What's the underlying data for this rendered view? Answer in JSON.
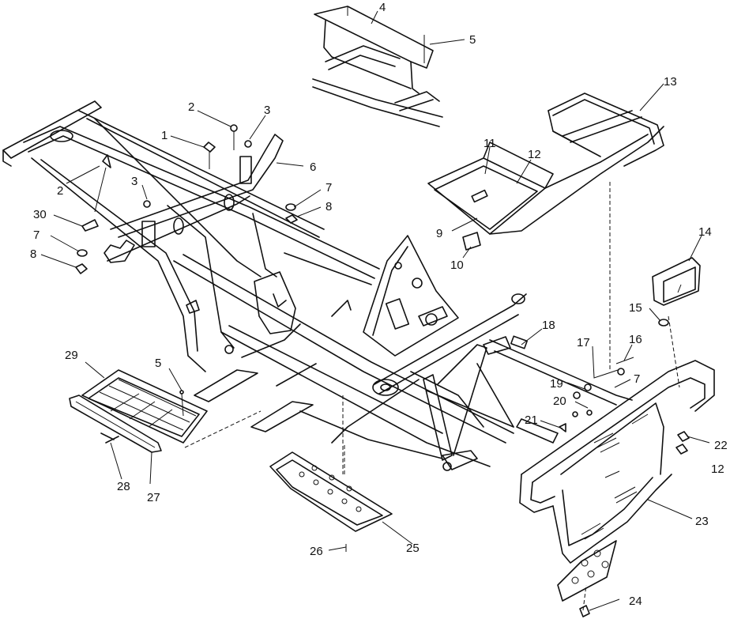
{
  "diagram": {
    "callouts": [
      {
        "id": "c1",
        "label": "1"
      },
      {
        "id": "c2a",
        "label": "2"
      },
      {
        "id": "c2b",
        "label": "2"
      },
      {
        "id": "c3a",
        "label": "3"
      },
      {
        "id": "c3b",
        "label": "3"
      },
      {
        "id": "c4",
        "label": "4"
      },
      {
        "id": "c5a",
        "label": "5"
      },
      {
        "id": "c5b",
        "label": "5"
      },
      {
        "id": "c6",
        "label": "6"
      },
      {
        "id": "c7a",
        "label": "7"
      },
      {
        "id": "c7b",
        "label": "7"
      },
      {
        "id": "c7c",
        "label": "7"
      },
      {
        "id": "c8a",
        "label": "8"
      },
      {
        "id": "c8b",
        "label": "8"
      },
      {
        "id": "c9",
        "label": "9"
      },
      {
        "id": "c10",
        "label": "10"
      },
      {
        "id": "c11",
        "label": "11"
      },
      {
        "id": "c12a",
        "label": "12"
      },
      {
        "id": "c12b",
        "label": "12"
      },
      {
        "id": "c13",
        "label": "13"
      },
      {
        "id": "c14",
        "label": "14"
      },
      {
        "id": "c15",
        "label": "15"
      },
      {
        "id": "c16",
        "label": "16"
      },
      {
        "id": "c17",
        "label": "17"
      },
      {
        "id": "c18",
        "label": "18"
      },
      {
        "id": "c19",
        "label": "19"
      },
      {
        "id": "c20",
        "label": "20"
      },
      {
        "id": "c21",
        "label": "21"
      },
      {
        "id": "c22",
        "label": "22"
      },
      {
        "id": "c23",
        "label": "23"
      },
      {
        "id": "c24",
        "label": "24"
      },
      {
        "id": "c25",
        "label": "25"
      },
      {
        "id": "c26",
        "label": "26"
      },
      {
        "id": "c27",
        "label": "27"
      },
      {
        "id": "c28",
        "label": "28"
      },
      {
        "id": "c29",
        "label": "29"
      },
      {
        "id": "c30",
        "label": "30"
      }
    ]
  }
}
